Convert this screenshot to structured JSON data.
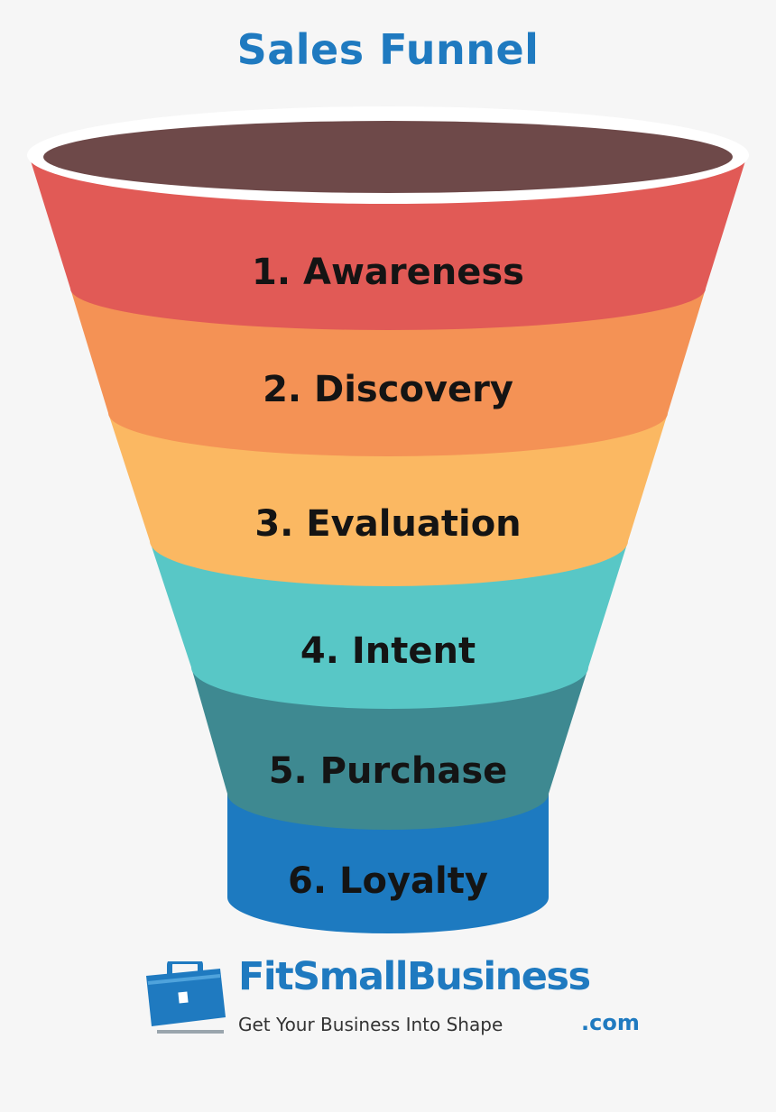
{
  "title": "Sales Funnel",
  "stages": [
    {
      "label": "1. Awareness",
      "color": "#e15a56"
    },
    {
      "label": "2. Discovery",
      "color": "#f49255"
    },
    {
      "label": "3. Evaluation",
      "color": "#fbb862"
    },
    {
      "label": "4. Intent",
      "color": "#58c7c6"
    },
    {
      "label": "5. Purchase",
      "color": "#3e8991"
    },
    {
      "label": "6. Loyalty",
      "color": "#1d7ac0"
    }
  ],
  "colors": {
    "title": "#1f7ac0",
    "funnel_opening": "#6e4949",
    "rim": "#ffffff"
  },
  "logo": {
    "icon": "briefcase-icon",
    "brand": "FitSmallBusiness",
    "tagline": "Get Your Business Into Shape",
    "suffix": ".com"
  }
}
